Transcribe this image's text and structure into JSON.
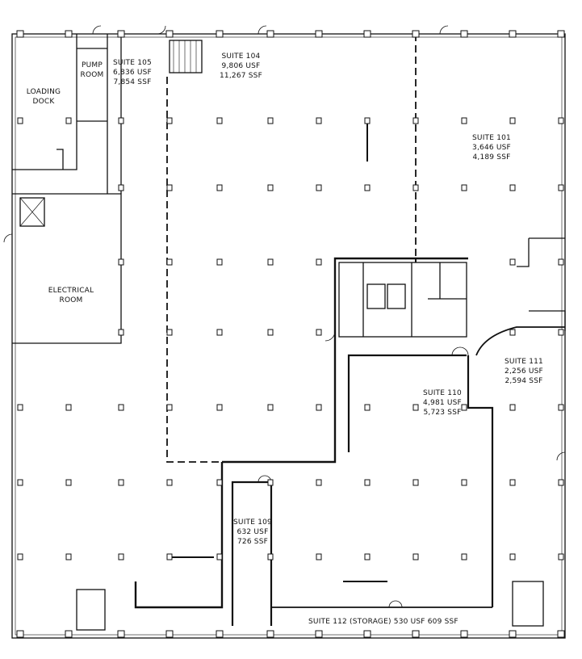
{
  "rooms": {
    "loading_dock": {
      "name": "LOADING DOCK"
    },
    "pump_room": {
      "name": "PUMP ROOM"
    },
    "electrical_room": {
      "name": "ELECTRICAL ROOM"
    },
    "suite_105": {
      "name": "SUITE 105",
      "usf": "6,836 USF",
      "ssf": "7,854 SSF"
    },
    "suite_104": {
      "name": "SUITE 104",
      "usf": "9,806 USF",
      "ssf": "11,267 SSF"
    },
    "suite_101": {
      "name": "SUITE 101",
      "usf": "3,646 USF",
      "ssf": "4,189 SSF"
    },
    "suite_111": {
      "name": "SUITE 111",
      "usf": "2,256 USF",
      "ssf": "2,594 SSF"
    },
    "suite_110": {
      "name": "SUITE 110",
      "usf": "4,981 USF",
      "ssf": "5,723 SSF"
    },
    "suite_109": {
      "name": "SUITE 109",
      "usf": "632 USF",
      "ssf": "726 SSF"
    },
    "suite_112": {
      "label": "SUITE 112 (STORAGE) 530 USF 609 SSF"
    }
  },
  "colors": {
    "wall": "#111111",
    "background": "#ffffff"
  }
}
